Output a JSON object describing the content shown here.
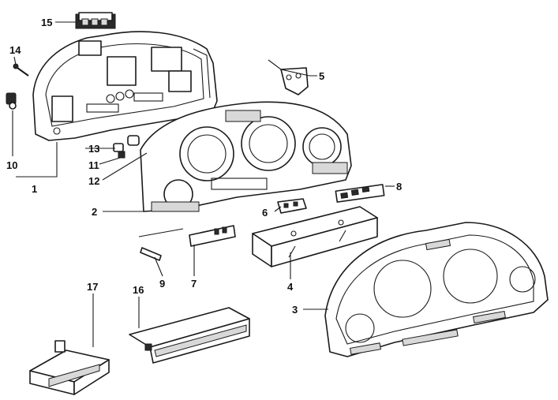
{
  "callouts": [
    {
      "id": "c1",
      "label": "1"
    },
    {
      "id": "c2",
      "label": "2"
    },
    {
      "id": "c3",
      "label": "3"
    },
    {
      "id": "c4",
      "label": "4"
    },
    {
      "id": "c5",
      "label": "5"
    },
    {
      "id": "c6",
      "label": "6"
    },
    {
      "id": "c7",
      "label": "7"
    },
    {
      "id": "c8",
      "label": "8"
    },
    {
      "id": "c9",
      "label": "9"
    },
    {
      "id": "c10",
      "label": "10"
    },
    {
      "id": "c11",
      "label": "11"
    },
    {
      "id": "c12",
      "label": "12"
    },
    {
      "id": "c13",
      "label": "13"
    },
    {
      "id": "c14",
      "label": "14"
    },
    {
      "id": "c15",
      "label": "15"
    },
    {
      "id": "c16",
      "label": "16"
    },
    {
      "id": "c17",
      "label": "17"
    }
  ],
  "colors": {
    "line": "#1a1a1a",
    "background": "#ffffff"
  }
}
